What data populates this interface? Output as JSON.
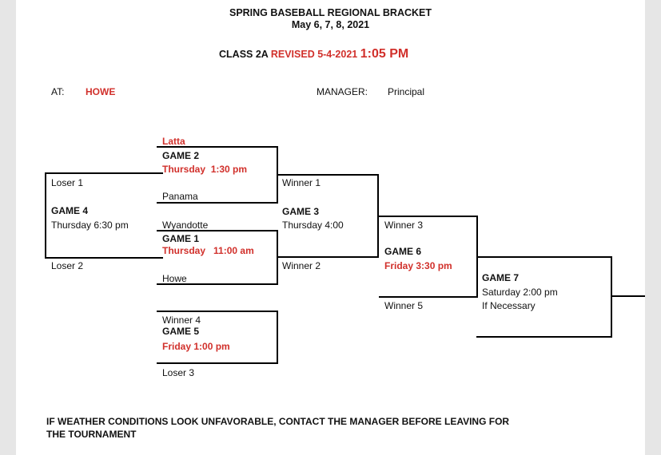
{
  "header": {
    "title": "SPRING BASEBALL REGIONAL BRACKET",
    "dates": "May 6, 7, 8, 2021",
    "class_label": "CLASS 2A",
    "revised": "REVISED 5-4-2021",
    "time": "1:05 PM"
  },
  "info": {
    "at_label": "AT:",
    "at_value": "HOWE",
    "manager_label": "MANAGER:",
    "manager_value": "Principal"
  },
  "bracket": {
    "game2": {
      "top_team": "Latta",
      "title": "GAME 2",
      "day": "Thursday",
      "time": "1:30 pm",
      "bottom_team": "Panama"
    },
    "game1": {
      "top_team": "Wyandotte",
      "title": "GAME 1",
      "day": "Thursday",
      "time": "11:00 am",
      "bottom_team": "Howe"
    },
    "game4": {
      "top_team": "Loser 1",
      "title": "GAME 4",
      "schedule": "Thursday 6:30 pm",
      "bottom_team": "Loser 2"
    },
    "game3": {
      "top_team": "Winner 1",
      "title": "GAME 3",
      "schedule": "Thursday 4:00",
      "bottom_team": "Winner 2"
    },
    "game5": {
      "top_team": "Winner 4",
      "title": "GAME 5",
      "schedule": "Friday 1:00 pm",
      "bottom_team": "Loser 3"
    },
    "game6": {
      "top_team": "Winner 3",
      "title": "GAME 6",
      "schedule": "Friday 3:30 pm",
      "bottom_team": "Winner 5"
    },
    "game7": {
      "title": "GAME 7",
      "schedule": "Saturday 2:00 pm",
      "note": "If  Necessary"
    }
  },
  "footer": {
    "line1": "IF WEATHER CONDITIONS LOOK UNFAVORABLE, CONTACT THE MANAGER BEFORE LEAVING FOR",
    "line2": "THE TOURNAMENT"
  }
}
